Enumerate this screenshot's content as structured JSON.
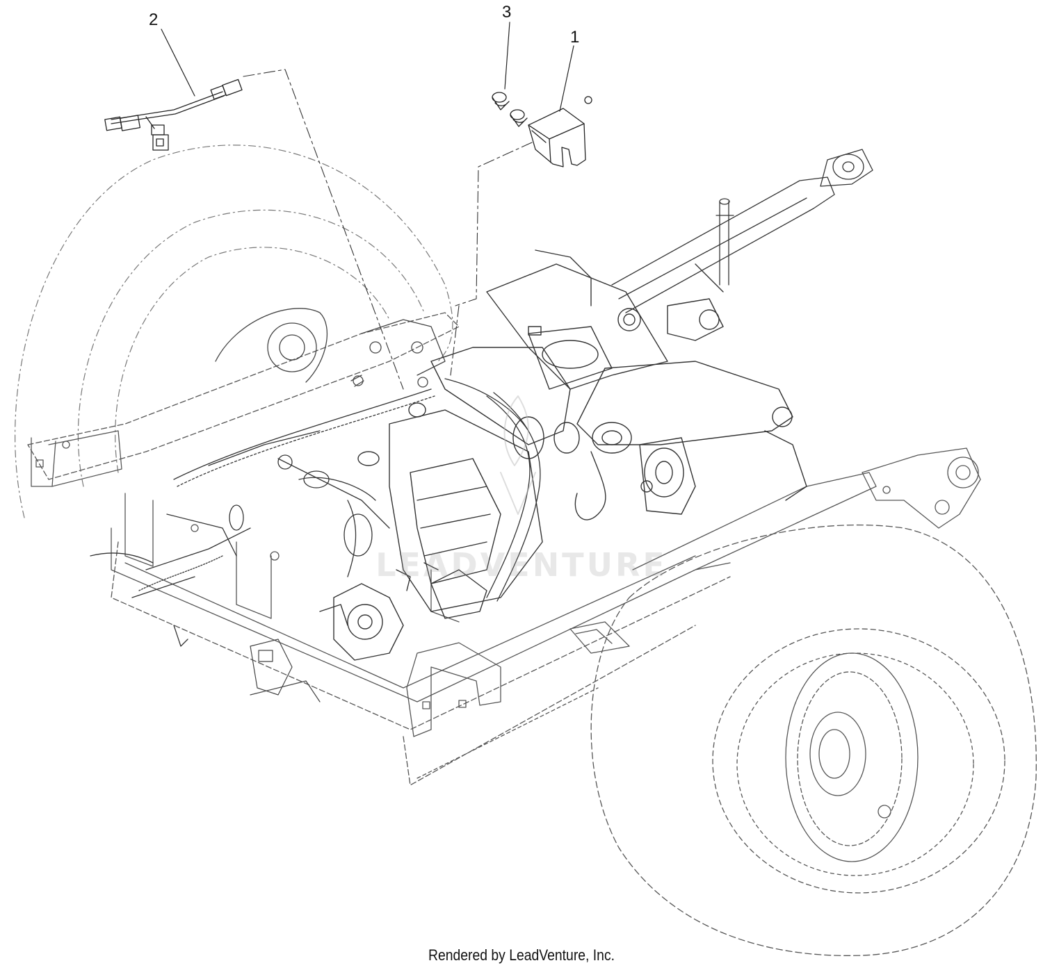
{
  "diagram": {
    "callouts": [
      {
        "id": "1",
        "label": "1"
      },
      {
        "id": "2",
        "label": "2"
      },
      {
        "id": "3",
        "label": "3"
      }
    ],
    "watermark": "LEADVENTURE",
    "footer": "Rendered by LeadVenture, Inc.",
    "colors": {
      "line": "#222222",
      "hidden_line": "#888888",
      "background": "#ffffff"
    }
  }
}
